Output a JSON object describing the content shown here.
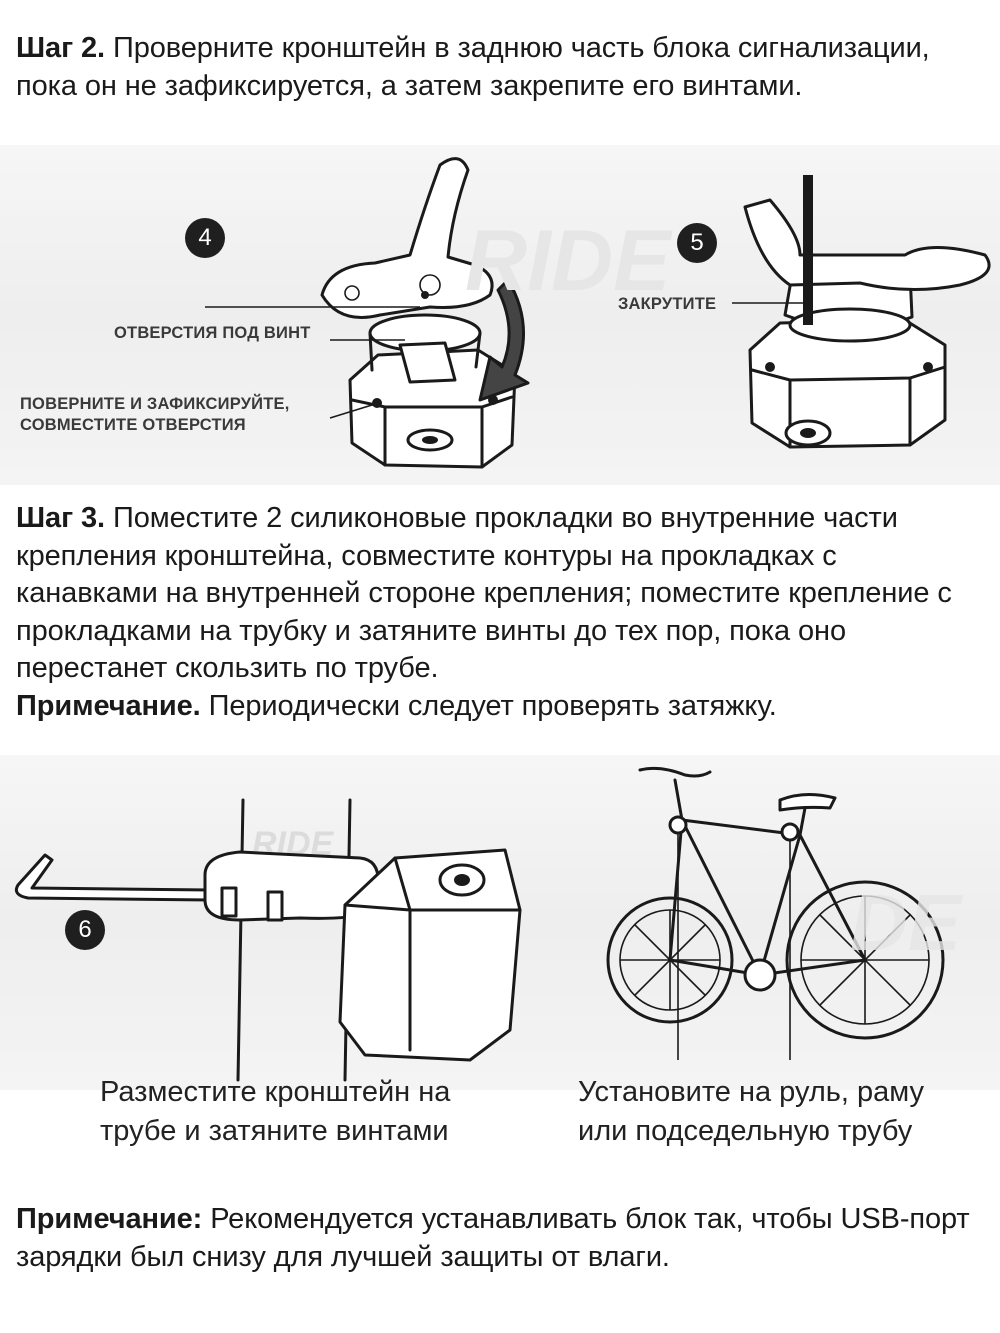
{
  "step2": {
    "label": "Шаг 2.",
    "text": " Проверните кронштейн в заднюю часть блока сигнализации, пока он не зафиксируется, а затем закрепите его винтами."
  },
  "figures_top": {
    "num4": "4",
    "num5": "5",
    "holes_label": "ОТВЕРСТИЯ ПОД ВИНТ",
    "rotate_label_1": "ПОВЕРНИТЕ И ЗАФИКСИРУЙТЕ,",
    "rotate_label_2": "СОВМЕСТИТЕ ОТВЕРСТИЯ",
    "tighten_label": "ЗАКРУТИТЕ"
  },
  "step3": {
    "label": "Шаг 3.",
    "text": " Поместите 2 силиконовые прокладки во внутренние части крепления кронштейна, совместите контуры на прокладках с канавками на внутренней стороне крепления; поместите крепление с прокладками на трубку и затяните винты до тех пор, пока оно перестанет скользить по трубе.",
    "note_label": "Примечание.",
    "note_text": " Периодически следует проверять затяжку."
  },
  "figures_bottom": {
    "num6": "6",
    "caption_left_1": "Разместите кронштейн на",
    "caption_left_2": "трубе и затяните винтами",
    "caption_right_1": "Установите на руль, раму",
    "caption_right_2": "или подседельную трубу"
  },
  "note_bottom": {
    "label": "Примечание:",
    "text": " Рекомендуется устанавливать блок так, чтобы USB-порт зарядки был снизу для лучшей защиты от влаги."
  }
}
